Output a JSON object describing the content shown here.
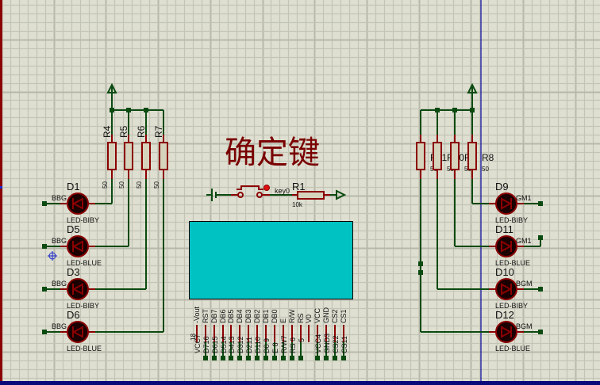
{
  "app": "Proteus ISIS schematic editor",
  "colors": {
    "background": "#dedfd1",
    "grid_minor": "#c3c4b6",
    "grid_major": "#b7b8aa",
    "wire": "#0b4a10",
    "component": "#8b0000",
    "component_fill": "#d6d3bd",
    "led_body": "#1a0000",
    "lcd_fill": "#00c2c2",
    "text": "#111111",
    "title_text": "#7a0000",
    "sheet_border_left": "#8b0000",
    "sheet_border_blue": "#00009a"
  },
  "title_label": "确定键",
  "left_group": {
    "resistors": [
      {
        "ref": "R4",
        "value": "50"
      },
      {
        "ref": "R5",
        "value": "50"
      },
      {
        "ref": "R6",
        "value": "50"
      },
      {
        "ref": "R7",
        "value": "50"
      }
    ],
    "leds": [
      {
        "ref": "D1",
        "type": "LED-BIBY",
        "pin_label": "BBG"
      },
      {
        "ref": "D5",
        "type": "LED-BLUE",
        "pin_label": "BBG"
      },
      {
        "ref": "D3",
        "type": "LED-BIBY",
        "pin_label": "BBG"
      },
      {
        "ref": "D6",
        "type": "LED-BLUE",
        "pin_label": "BBG"
      }
    ]
  },
  "right_group": {
    "resistors": [
      {
        "ref": "R11",
        "value": "50"
      },
      {
        "ref": "R10",
        "value": "50"
      },
      {
        "ref": "R9",
        "value": "50"
      },
      {
        "ref": "R8",
        "value": "50"
      }
    ],
    "leds": [
      {
        "ref": "D9",
        "type": "LED-BIBY",
        "pin_label": "GM1"
      },
      {
        "ref": "D11",
        "type": "LED-BLUE",
        "pin_label": "GM1"
      },
      {
        "ref": "D10",
        "type": "LED-BIBY",
        "pin_label": "BGM"
      },
      {
        "ref": "D12",
        "type": "LED-BLUE",
        "pin_label": "BGM"
      }
    ]
  },
  "button_circuit": {
    "net_label": "key0",
    "resistor_ref": "R1",
    "resistor_value": "10k"
  },
  "lcd": {
    "pins_inner": [
      "-Vout",
      "RST",
      "DB7",
      "DB6",
      "DB5",
      "DB4",
      "DB3",
      "DB2",
      "DB1",
      "DB0",
      "E",
      "R/W",
      "RS",
      "V0",
      "VCC",
      "GND",
      "CS2",
      "CS1"
    ],
    "pin_numbers": [
      "18",
      "17",
      "16",
      "15",
      "14",
      "13",
      "12",
      "11",
      "10",
      "9",
      "8",
      "7",
      "6",
      "5",
      "4",
      "3",
      "2",
      "1"
    ],
    "pins_outer": [
      "VCC",
      "D7",
      "D6",
      "D5",
      "D4",
      "D3",
      "D2",
      "D1",
      "D0",
      "E",
      "R/W",
      "RS",
      "",
      "VCC",
      "GND",
      "CS2",
      "CS1"
    ]
  }
}
